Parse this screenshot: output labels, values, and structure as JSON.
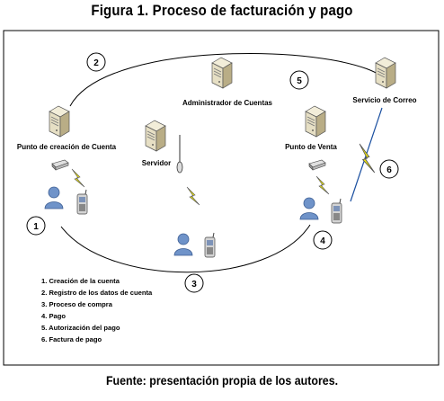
{
  "figure": {
    "title": "Figura 1. Proceso de facturación y pago",
    "source": "Fuente: presentación propia de los autores."
  },
  "nodes": {
    "admin": "Administrador de Cuentas",
    "mail": "Servicio de Correo",
    "account_point": "Punto de creación de Cuenta",
    "server": "Servidor",
    "sale_point": "Punto de Venta"
  },
  "steps": [
    "1",
    "2",
    "3",
    "4",
    "5",
    "6"
  ],
  "legend": [
    "1. Creación de la cuenta",
    "2. Registro de los datos de cuenta",
    "3. Proceso de compra",
    "4. Pago",
    "5. Autorización del pago",
    "6. Factura de pago"
  ],
  "colors": {
    "server_body": "#e6dfc4",
    "server_side": "#b9ad86",
    "user": "#6f93c9",
    "lightning": "#e8e10f"
  }
}
